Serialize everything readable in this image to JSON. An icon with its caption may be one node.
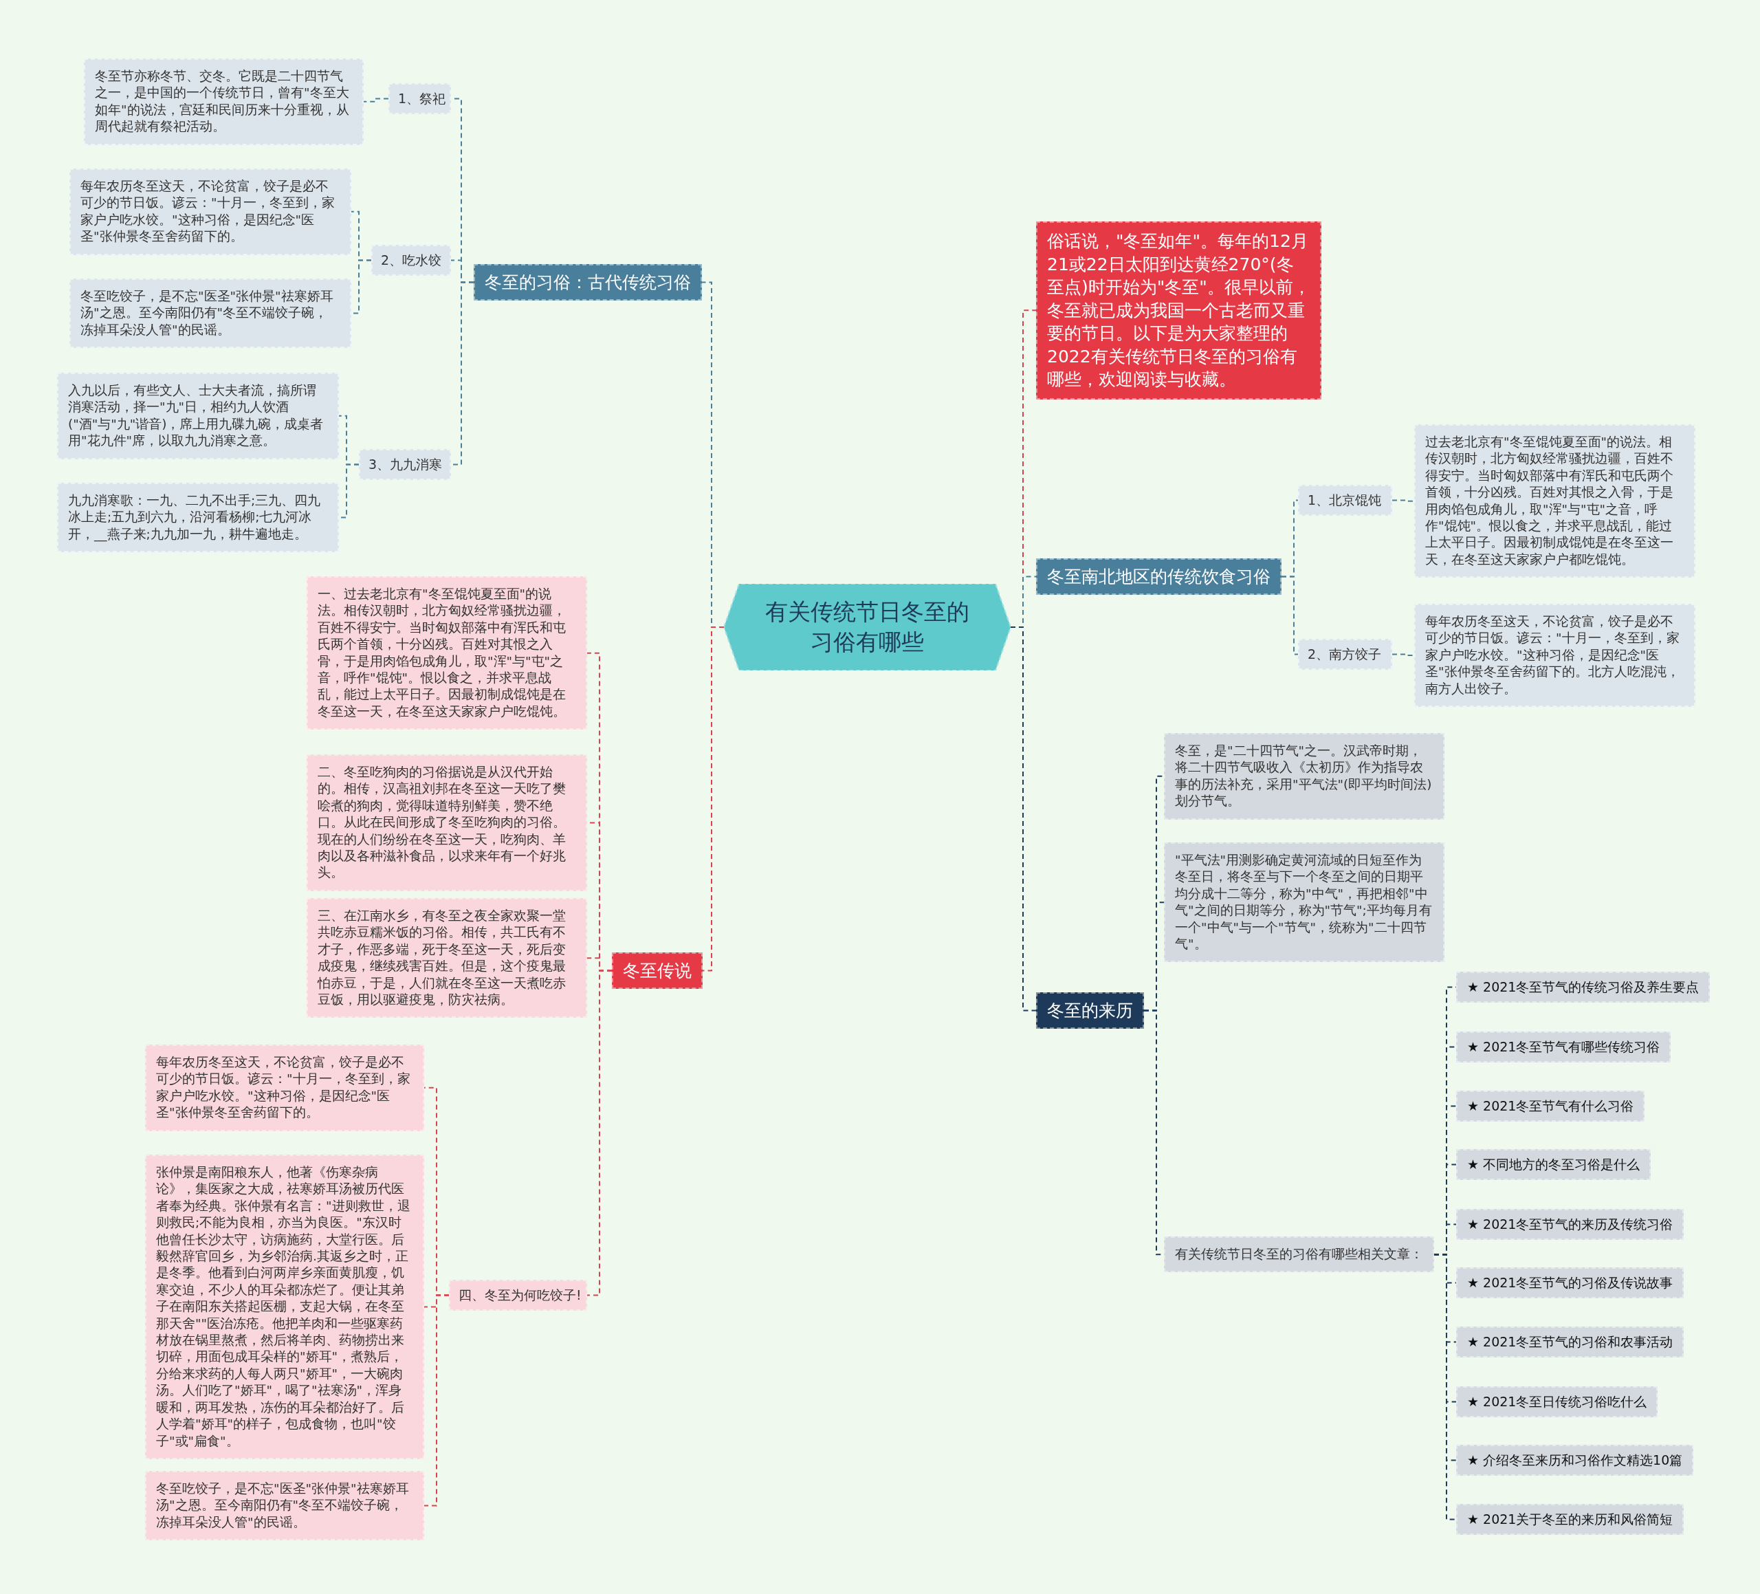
{
  "diagram": {
    "nodes": [
      {
        "text": [
          "有关传统节日冬至的习俗有哪些"
        ]
      },
      {
        "text": [
          "冬至的习俗：古代传统习俗"
        ]
      },
      {
        "text": [
          "1、祭祀"
        ]
      },
      {
        "text": [
          "冬至节亦称冬节、交冬。它既是二十四节气之一，是中国的一个传统节日，曾有\"冬至大如年\"的说法，宫廷和民间历来十分重视，从周代起就有祭祀活动。"
        ]
      },
      {
        "text": [
          "2、吃水饺"
        ]
      },
      {
        "text": [
          "每年农历冬至这天，不论贫富，饺子是必不可少的节日饭。谚云：\"十月一，冬至到，家家户户吃水饺。\"这种习俗，是因纪念\"医圣\"张仲景冬至舍药留下的。"
        ]
      },
      {
        "text": [
          "冬至吃饺子，是不忘\"医圣\"张仲景\"祛寒娇耳汤\"之恩。至今南阳仍有\"冬至不端饺子碗，冻掉耳朵没人管\"的民谣。"
        ]
      },
      {
        "text": [
          "3、九九消寒"
        ]
      },
      {
        "text": [
          "入九以后，有些文人、士大夫者流，搞所谓消寒活动，择一\"九\"日，相约九人饮酒(\"酒\"与\"九\"谐音)，席上用九碟九碗，成桌者用\"花九件\"席，以取九九消寒之意。"
        ]
      },
      {
        "text": [
          "九九消寒歌：一九、二九不出手;三九、四九冰上走;五九到六九，沿河看杨柳;七九河冰开，__燕子来;九九加一九，耕牛遍地走。"
        ]
      },
      {
        "text": [
          "冬至传说"
        ]
      },
      {
        "text": [
          "一、过去老北京有\"冬至馄饨夏至面\"的说法。相传汉朝时，北方匈奴经常骚扰边疆，百姓不得安宁。当时匈奴部落中有浑氏和屯氏两个首领，十分凶残。百姓对其恨之入骨，于是用肉馅包成角儿，取\"浑\"与\"屯\"之音，呼作\"馄饨\"。恨以食之，并求平息战乱，能过上太平日子。因最初制成馄饨是在冬至这一天，在冬至这天家家户户吃馄饨。"
        ]
      },
      {
        "text": [
          "二、冬至吃狗肉的习俗据说是从汉代开始的。相传，汉高祖刘邦在冬至这一天吃了樊哙煮的狗肉，觉得味道特别鲜美，赞不绝口。从此在民间形成了冬至吃狗肉的习俗。现在的人们纷纷在冬至这一天，吃狗肉、羊肉以及各种滋补食品，以求来年有一个好兆头。"
        ]
      },
      {
        "text": [
          "三、在江南水乡，有冬至之夜全家欢聚一堂共吃赤豆糯米饭的习俗。相传，共工氏有不才子，作恶多端，死于冬至这一天，死后变成疫鬼，继续残害百姓。但是，这个疫鬼最怕赤豆，于是，人们就在冬至这一天煮吃赤豆饭，用以驱避疫鬼，防灾祛病。"
        ]
      },
      {
        "text": [
          "四、冬至为何吃饺子!"
        ]
      },
      {
        "text": [
          "每年农历冬至这天，不论贫富，饺子是必不可少的节日饭。谚云：\"十月一，冬至到，家家户户吃水饺。\"这种习俗，是因纪念\"医圣\"张仲景冬至舍药留下的。"
        ]
      },
      {
        "text": [
          "张仲景是南阳稂东人，他著《伤寒杂病论》，集医家之大成，祛寒娇耳汤被历代医者奉为经典。张仲景有名言：\"进则救世，退则救民;不能为良相，亦当为良医。\"东汉时他曾任长沙太守，访病施药，大堂行医。后毅然辞官回乡，为乡邻治病.其返乡之时，正是冬季。他看到白河两岸乡亲面黄肌瘦，饥寒交迫，不少人的耳朵都冻烂了。便让其弟子在南阳东关搭起医棚，支起大锅，在冬至那天舍\"\"医治冻疮。他把羊肉和一些驱寒药材放在锅里熬煮，然后将羊肉、药物捞出来切碎，用面包成耳朵样的\"娇耳\"，煮熟后，分给来求药的人每人两只\"娇耳\"，一大碗肉汤。人们吃了\"娇耳\"，喝了\"祛寒汤\"，浑身暖和，两耳发热，冻伤的耳朵都治好了。后人学着\"娇耳\"的样子，包成食物，也叫\"饺子\"或\"扁食\"。"
        ]
      },
      {
        "text": [
          "冬至吃饺子，是不忘\"医圣\"张仲景\"祛寒娇耳汤\"之恩。至今南阳仍有\"冬至不端饺子碗，冻掉耳朵没人管\"的民谣。"
        ]
      },
      {
        "text": [
          "俗话说，\"冬至如年\"。每年的12月21或22日太阳到达黄经270°(冬至点)时开始为\"冬至\"。很早以前，冬至就已成为我国一个古老而又重要的节日。以下是为大家整理的2022有关传统节日冬至的习俗有哪些，欢迎阅读与收藏。"
        ]
      },
      {
        "text": [
          "冬至南北地区的传统饮食习俗"
        ]
      },
      {
        "text": [
          "1、北京馄饨"
        ]
      },
      {
        "text": [
          "过去老北京有\"冬至馄饨夏至面\"的说法。相传汉朝时，北方匈奴经常骚扰边疆，百姓不得安宁。当时匈奴部落中有浑氏和屯氏两个首领，十分凶残。百姓对其恨之入骨，于是用肉馅包成角儿，取\"浑\"与\"屯\"之音，呼作\"馄饨\"。恨以食之，并求平息战乱，能过上太平日子。因最初制成馄饨是在冬至这一天，在冬至这天家家户户都吃馄饨。"
        ]
      },
      {
        "text": [
          "2、南方饺子"
        ]
      },
      {
        "text": [
          "每年农历冬至这天，不论贫富，饺子是必不可少的节日饭。谚云：\"十月一，冬至到，家家户户吃水饺。\"这种习俗，是因纪念\"医圣\"张仲景冬至舍药留下的。北方人吃混沌，南方人出饺子。"
        ]
      },
      {
        "text": [
          "冬至的来历"
        ]
      },
      {
        "text": [
          "冬至，是\"二十四节气\"之一。汉武帝时期，将二十四节气吸收入《太初历》作为指导农事的历法补充，采用\"平气法\"(即平均时间法)划分节气。"
        ]
      },
      {
        "text": [
          "\"平气法\"用测影确定黄河流域的日短至作为冬至日，将冬至与下一个冬至之间的日期平均分成十二等分，称为\"中气\"，再把相邻\"中气\"之间的日期等分，称为\"节气\";平均每月有一个\"中气\"与一个\"节气\"，统称为\"二十四节气\"。"
        ]
      },
      {
        "text": [
          "有关传统节日冬至的习俗有哪些相关文章："
        ]
      },
      {
        "text": [
          "★ 2021冬至节气的传统习俗及养生要点"
        ]
      },
      {
        "text": [
          "★ 2021冬至节气有哪些传统习俗"
        ]
      },
      {
        "text": [
          "★ 2021冬至节气有什么习俗"
        ]
      },
      {
        "text": [
          "★ 不同地方的冬至习俗是什么"
        ]
      },
      {
        "text": [
          "★ 2021冬至节气的来历及传统习俗"
        ]
      },
      {
        "text": [
          "★ 2021冬至节气的习俗及传说故事"
        ]
      },
      {
        "text": [
          "★ 2021冬至节气的习俗和农事活动"
        ]
      },
      {
        "text": [
          "★ 2021冬至日传统习俗吃什么"
        ]
      },
      {
        "text": [
          "★ 介绍冬至来历和习俗作文精选10篇"
        ]
      },
      {
        "text": [
          "★ 2021关于冬至的来历和风俗简短"
        ]
      }
    ],
    "edges": [
      {
        "from": 0,
        "to": 1,
        "arrow": "none",
        "style": "dashed",
        "color": "#4a7f9c"
      },
      {
        "from": 1,
        "to": 2,
        "arrow": "none",
        "style": "dashed",
        "color": "#4a7f9c"
      },
      {
        "from": 2,
        "to": 3,
        "arrow": "none",
        "style": "dashed",
        "color": "#4a7f9c"
      },
      {
        "from": 1,
        "to": 4,
        "arrow": "none",
        "style": "dashed",
        "color": "#4a7f9c"
      },
      {
        "from": 4,
        "to": 5,
        "arrow": "none",
        "style": "dashed",
        "color": "#4a7f9c"
      },
      {
        "from": 4,
        "to": 6,
        "arrow": "none",
        "style": "dashed",
        "color": "#4a7f9c"
      },
      {
        "from": 1,
        "to": 7,
        "arrow": "none",
        "style": "dashed",
        "color": "#4a7f9c"
      },
      {
        "from": 7,
        "to": 8,
        "arrow": "none",
        "style": "dashed",
        "color": "#4a7f9c"
      },
      {
        "from": 7,
        "to": 9,
        "arrow": "none",
        "style": "dashed",
        "color": "#4a7f9c"
      },
      {
        "from": 0,
        "to": 10,
        "arrow": "none",
        "style": "dashed",
        "color": "#d9434f"
      },
      {
        "from": 10,
        "to": 11,
        "arrow": "none",
        "style": "dashed",
        "color": "#d9434f"
      },
      {
        "from": 10,
        "to": 12,
        "arrow": "none",
        "style": "dashed",
        "color": "#d9434f"
      },
      {
        "from": 10,
        "to": 13,
        "arrow": "none",
        "style": "dashed",
        "color": "#d9434f"
      },
      {
        "from": 10,
        "to": 14,
        "arrow": "none",
        "style": "dashed",
        "color": "#d9434f"
      },
      {
        "from": 14,
        "to": 15,
        "arrow": "none",
        "style": "dashed",
        "color": "#d9434f"
      },
      {
        "from": 14,
        "to": 16,
        "arrow": "none",
        "style": "dashed",
        "color": "#d9434f"
      },
      {
        "from": 14,
        "to": 17,
        "arrow": "none",
        "style": "dashed",
        "color": "#d9434f"
      },
      {
        "from": 0,
        "to": 18,
        "arrow": "none",
        "style": "dashed",
        "color": "#d9434f"
      },
      {
        "from": 0,
        "to": 19,
        "arrow": "none",
        "style": "dashed",
        "color": "#4a7f9c"
      },
      {
        "from": 19,
        "to": 20,
        "arrow": "none",
        "style": "dashed",
        "color": "#4a7f9c"
      },
      {
        "from": 20,
        "to": 21,
        "arrow": "none",
        "style": "dashed",
        "color": "#4a7f9c"
      },
      {
        "from": 19,
        "to": 22,
        "arrow": "none",
        "style": "dashed",
        "color": "#4a7f9c"
      },
      {
        "from": 22,
        "to": 23,
        "arrow": "none",
        "style": "dashed",
        "color": "#4a7f9c"
      },
      {
        "from": 0,
        "to": 24,
        "arrow": "none",
        "style": "dashed"
      },
      {
        "from": 24,
        "to": 25,
        "arrow": "none",
        "style": "dashed"
      },
      {
        "from": 24,
        "to": 26,
        "arrow": "none",
        "style": "dashed"
      },
      {
        "from": 24,
        "to": 27,
        "arrow": "none",
        "style": "dashed"
      },
      {
        "from": 27,
        "to": 28,
        "arrow": "none",
        "style": "dashed"
      },
      {
        "from": 27,
        "to": 29,
        "arrow": "none",
        "style": "dashed"
      },
      {
        "from": 27,
        "to": 30,
        "arrow": "none",
        "style": "dashed"
      },
      {
        "from": 27,
        "to": 31,
        "arrow": "none",
        "style": "dashed"
      },
      {
        "from": 27,
        "to": 32,
        "arrow": "none",
        "style": "dashed"
      },
      {
        "from": 27,
        "to": 33,
        "arrow": "none",
        "style": "dashed"
      },
      {
        "from": 27,
        "to": 34,
        "arrow": "none",
        "style": "dashed"
      },
      {
        "from": 27,
        "to": 35,
        "arrow": "none",
        "style": "dashed"
      },
      {
        "from": 27,
        "to": 36,
        "arrow": "none",
        "style": "dashed"
      },
      {
        "from": 27,
        "to": 37,
        "arrow": "none",
        "style": "dashed"
      }
    ]
  }
}
